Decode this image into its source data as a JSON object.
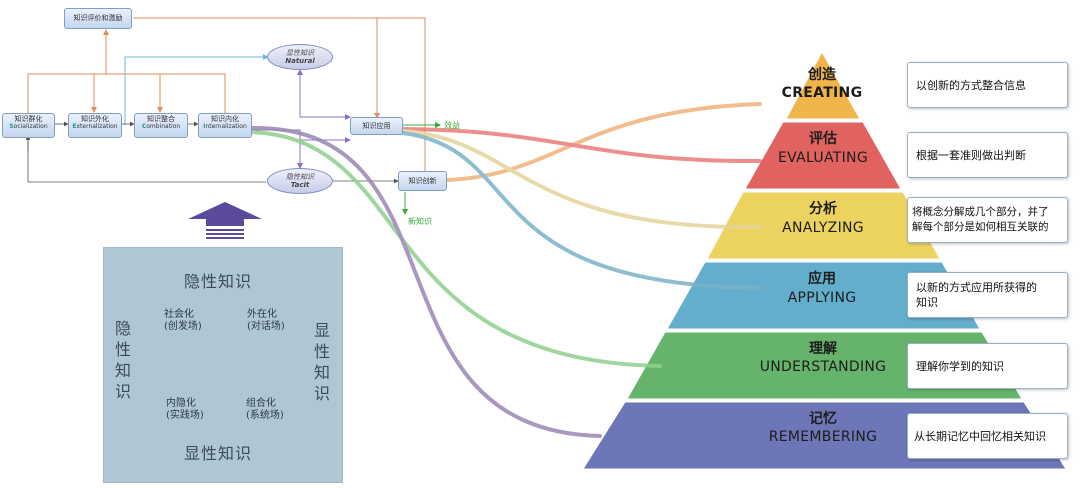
{
  "flow": {
    "eval_box": "知识评价和激励",
    "socialization": {
      "cn": "知识群化",
      "cap": "S",
      "rest": "ocialization"
    },
    "externalization": {
      "cn": "知识外化",
      "cap": "E",
      "rest": "xternalization"
    },
    "combination": {
      "cn": "知识整合",
      "cap": "C",
      "rest": "ombination"
    },
    "internalization": {
      "cn": "知识内化",
      "cap": "I",
      "rest": "nternalization"
    },
    "natural": {
      "cn": "显性知识",
      "en": "Natural"
    },
    "tacit": {
      "cn": "隐性知识",
      "en": "Tacit"
    },
    "application": "知识应用",
    "innovation": "知识创新",
    "benefit_label": "效益",
    "new_knowledge_label": "新知识"
  },
  "cycle": {
    "top": "隐性知识",
    "bottom": "显性知识",
    "left": [
      "隐",
      "性",
      "知",
      "识"
    ],
    "right": [
      "显",
      "性",
      "知",
      "识"
    ],
    "q_socialization": [
      "社会化",
      "(创发场)"
    ],
    "q_externalization": [
      "外在化",
      "(对话场)"
    ],
    "q_internalization": [
      "内隐化",
      "(实践场)"
    ],
    "q_combination": [
      "组合化",
      "(系统场)"
    ]
  },
  "pyramid": {
    "tiers": [
      {
        "cn": "创造",
        "en": "CREATING",
        "color": "#f0b54a",
        "desc": [
          "以创新的方式整合信息"
        ]
      },
      {
        "cn": "评估",
        "en": "EVALUATING",
        "color": "#e0635f",
        "desc": [
          "根据一套准则做出判断"
        ]
      },
      {
        "cn": "分析",
        "en": "ANALYZING",
        "color": "#ecd35f",
        "desc": [
          "将概念分解成几个部分，并了",
          "解每个部分是如何相互关联的"
        ]
      },
      {
        "cn": "应用",
        "en": "APPLYING",
        "color": "#64aecd",
        "desc": [
          "以新的方式应用所获得的",
          "知识"
        ]
      },
      {
        "cn": "理解",
        "en": "UNDERSTANDING",
        "color": "#66b46b",
        "desc": [
          "理解你学到的知识"
        ]
      },
      {
        "cn": "记忆",
        "en": "REMEMBERING",
        "color": "#6d77b8",
        "desc": [
          "从长期记忆中回忆相关知识"
        ]
      }
    ]
  },
  "colors": {
    "arrow_purple": "#5b4a9b",
    "link_orange": "#e58a5a",
    "link_blue": "#6ab7d8",
    "link_purple": "#8a6fc2",
    "label_green": "#3aaa35"
  }
}
